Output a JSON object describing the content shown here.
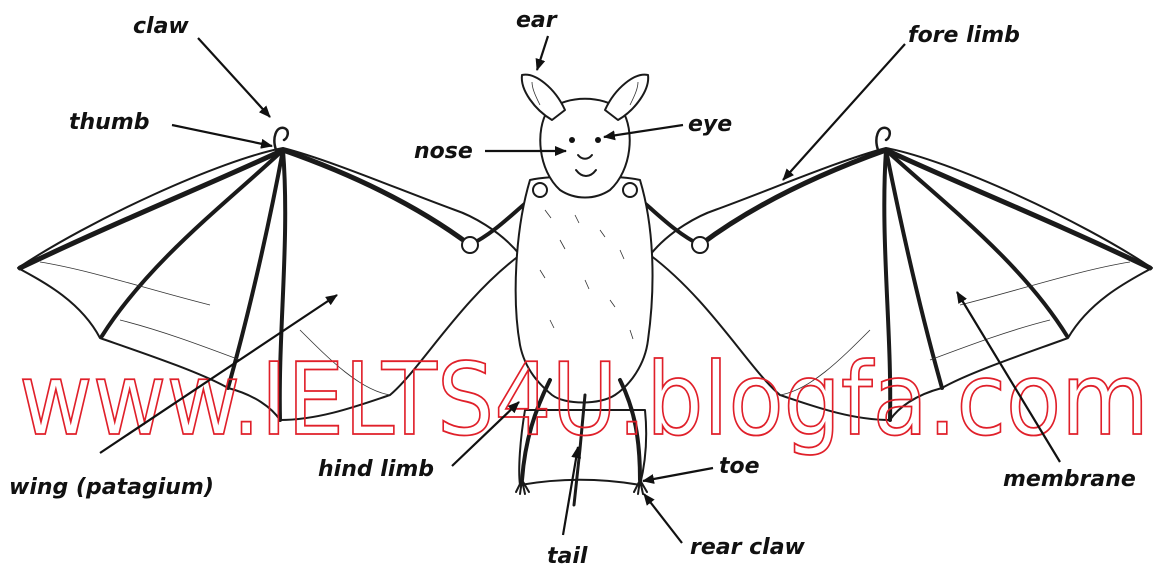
{
  "labels": {
    "claw": "claw",
    "ear": "ear",
    "fore_limb": "fore limb",
    "thumb": "thumb",
    "eye": "eye",
    "nose": "nose",
    "wing": "wing (patagium)",
    "hind_limb": "hind limb",
    "toe": "toe",
    "membrane": "membrane",
    "tail": "tail",
    "rear_claw": "rear claw"
  },
  "watermark": "www.IELTS4U.blogfa.com",
  "colors": {
    "ink": "#111111",
    "watermark": "#e0202a"
  }
}
